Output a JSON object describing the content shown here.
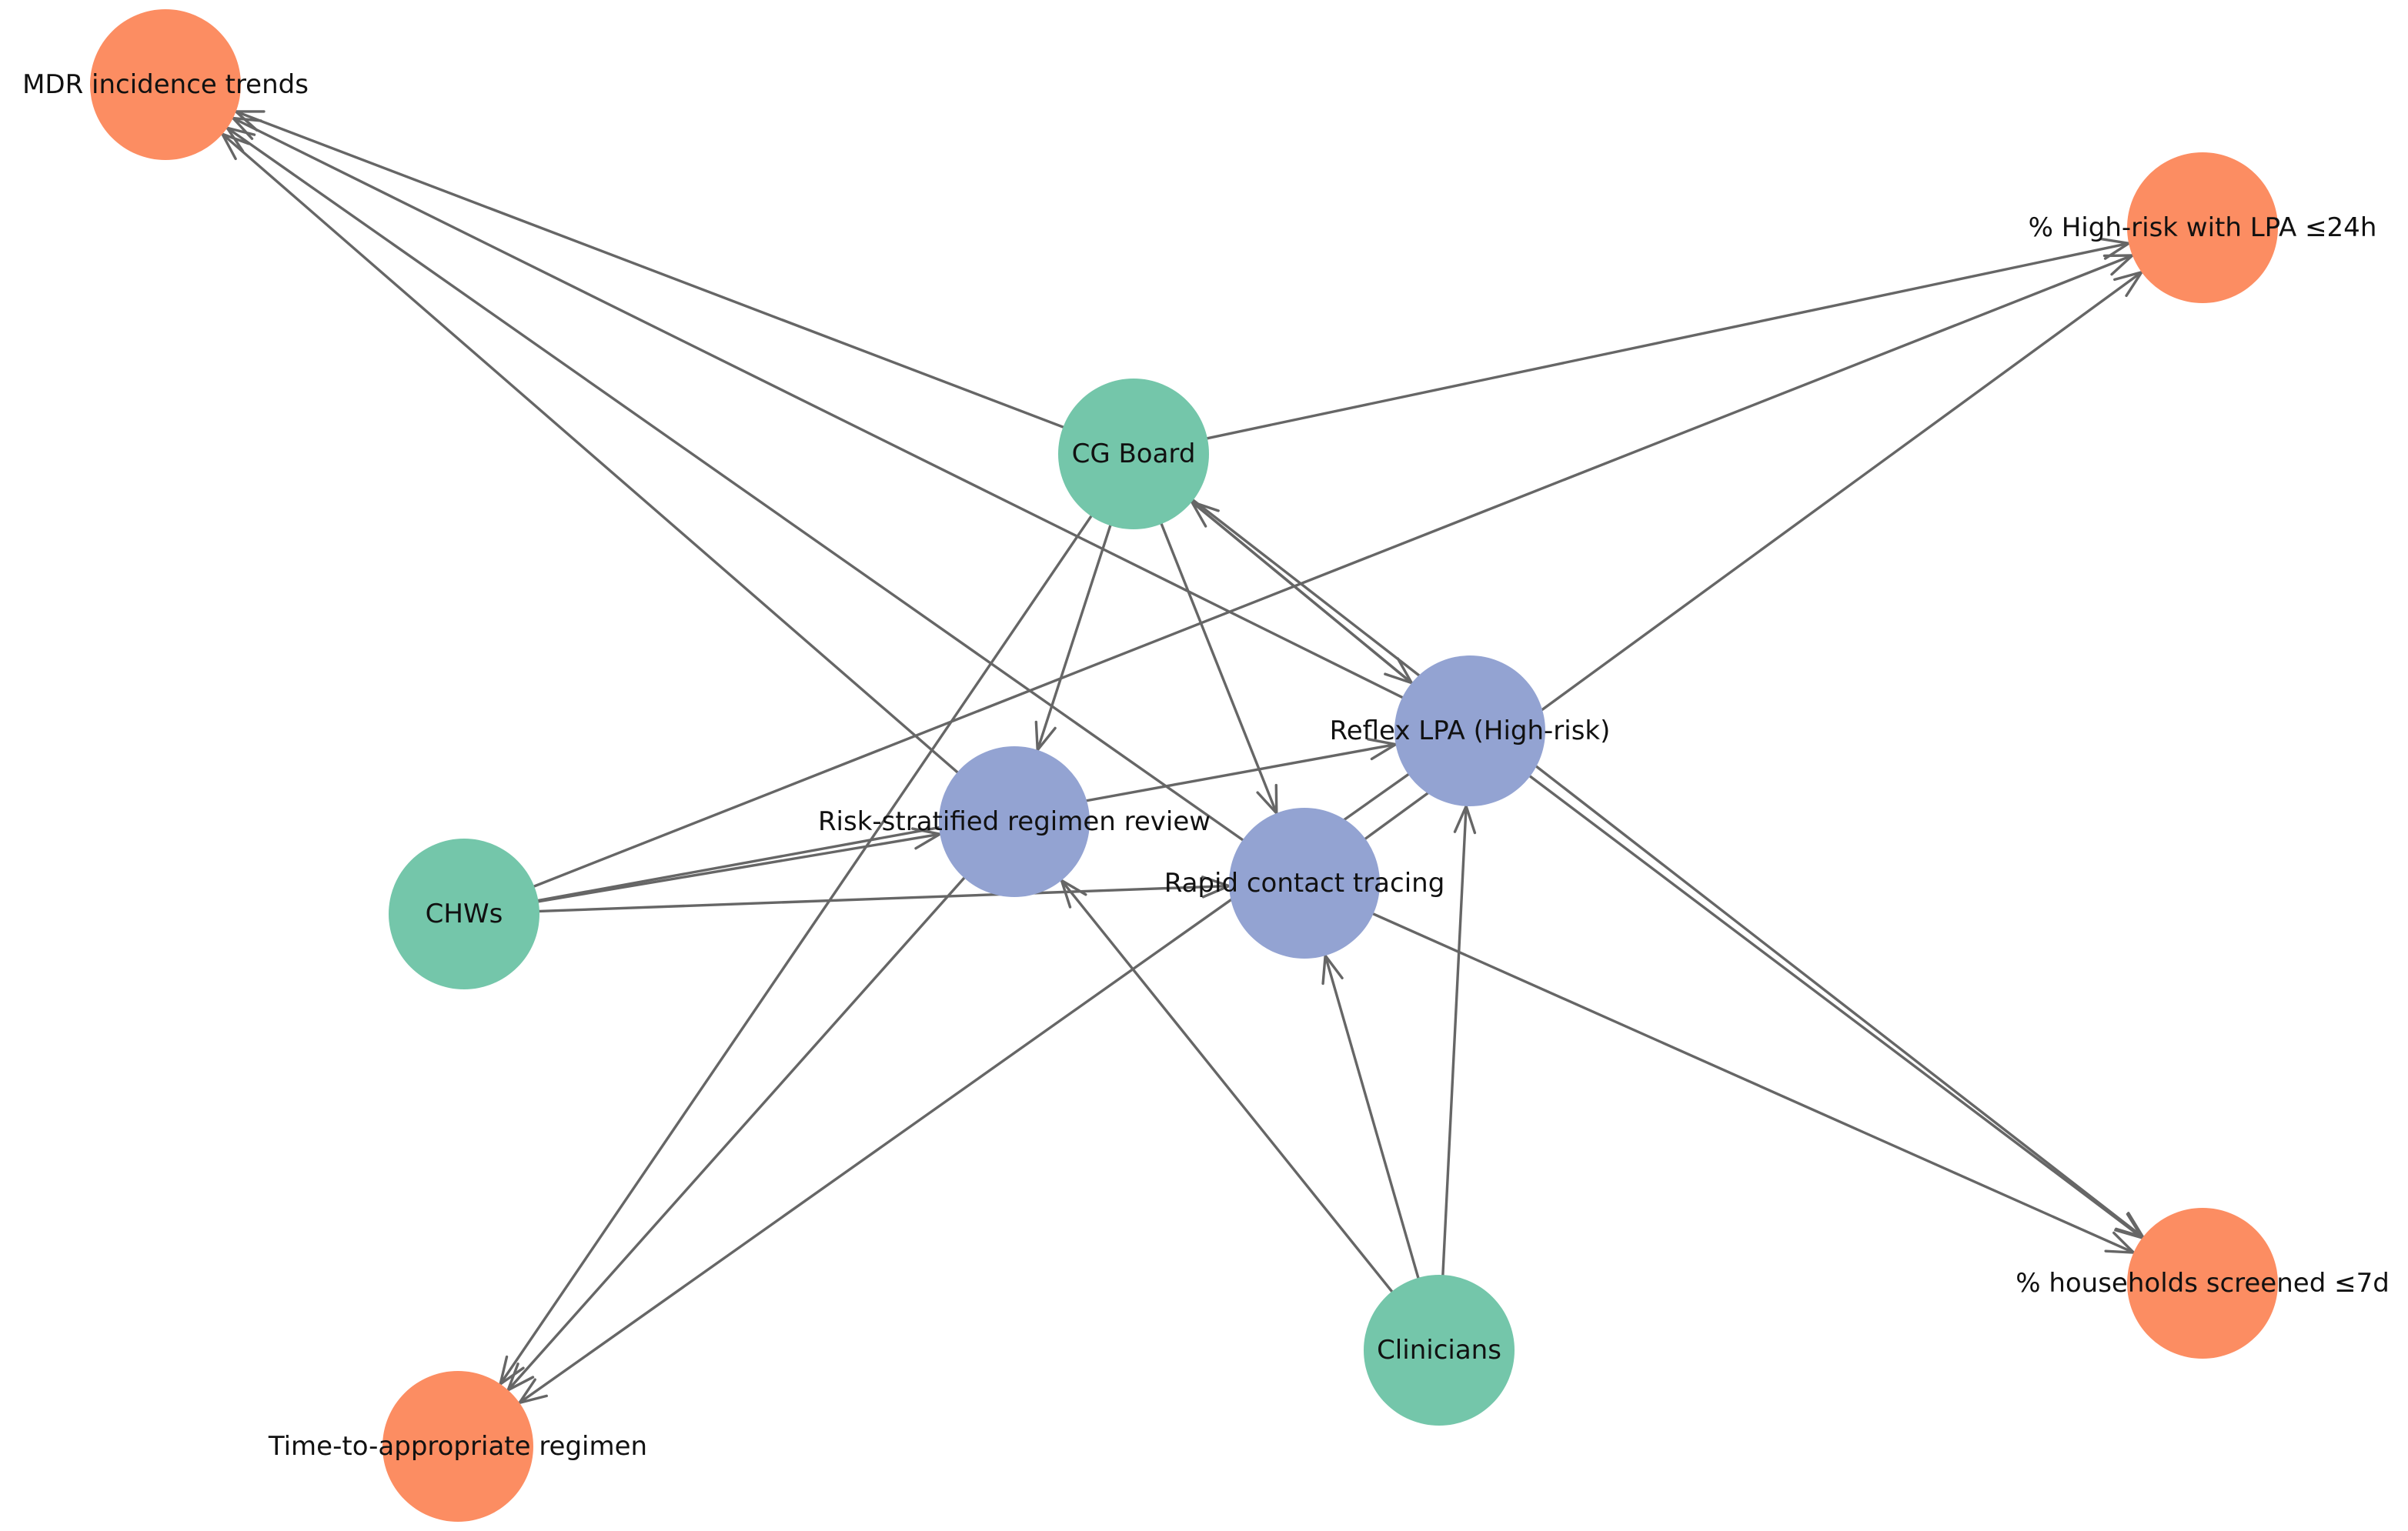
{
  "colors": {
    "stakeholder": "#74c6aa",
    "intervention": "#93a3d2",
    "outcome": "#fc8d62",
    "edge": "#666666"
  },
  "nodes": [
    {
      "id": "cg-board",
      "label": "CG Board",
      "group": "stakeholder"
    },
    {
      "id": "chws",
      "label": "CHWs",
      "group": "stakeholder"
    },
    {
      "id": "clinicians",
      "label": "Clinicians",
      "group": "stakeholder"
    },
    {
      "id": "reflex-lpa",
      "label": "Reflex LPA (High-risk)",
      "group": "intervention"
    },
    {
      "id": "risk-regimen",
      "label": "Risk-stratified regimen review",
      "group": "intervention"
    },
    {
      "id": "contact-tracing",
      "label": "Rapid contact tracing",
      "group": "intervention"
    },
    {
      "id": "mdr-trends",
      "label": "MDR incidence trends",
      "group": "outcome"
    },
    {
      "id": "lpa-24h",
      "label": "% High-risk with LPA ≤24h",
      "group": "outcome"
    },
    {
      "id": "households-7d",
      "label": "% households screened ≤7d",
      "group": "outcome"
    },
    {
      "id": "time-regimen",
      "label": "Time-to-appropriate regimen",
      "group": "outcome"
    }
  ],
  "edges": [
    {
      "from": "cg-board",
      "to": "lpa-24h"
    },
    {
      "from": "cg-board",
      "to": "mdr-trends"
    },
    {
      "from": "cg-board",
      "to": "households-7d"
    },
    {
      "from": "cg-board",
      "to": "time-regimen"
    },
    {
      "from": "cg-board",
      "to": "reflex-lpa"
    },
    {
      "from": "cg-board",
      "to": "risk-regimen"
    },
    {
      "from": "cg-board",
      "to": "contact-tracing"
    },
    {
      "from": "chws",
      "to": "lpa-24h"
    },
    {
      "from": "chws",
      "to": "reflex-lpa"
    },
    {
      "from": "chws",
      "to": "risk-regimen"
    },
    {
      "from": "chws",
      "to": "contact-tracing"
    },
    {
      "from": "clinicians",
      "to": "reflex-lpa"
    },
    {
      "from": "clinicians",
      "to": "risk-regimen"
    },
    {
      "from": "clinicians",
      "to": "contact-tracing"
    },
    {
      "from": "reflex-lpa",
      "to": "mdr-trends"
    },
    {
      "from": "reflex-lpa",
      "to": "cg-board"
    },
    {
      "from": "reflex-lpa",
      "to": "households-7d"
    },
    {
      "from": "reflex-lpa",
      "to": "time-regimen"
    },
    {
      "from": "risk-regimen",
      "to": "mdr-trends"
    },
    {
      "from": "risk-regimen",
      "to": "time-regimen"
    },
    {
      "from": "contact-tracing",
      "to": "mdr-trends"
    },
    {
      "from": "contact-tracing",
      "to": "lpa-24h"
    },
    {
      "from": "contact-tracing",
      "to": "households-7d"
    }
  ]
}
